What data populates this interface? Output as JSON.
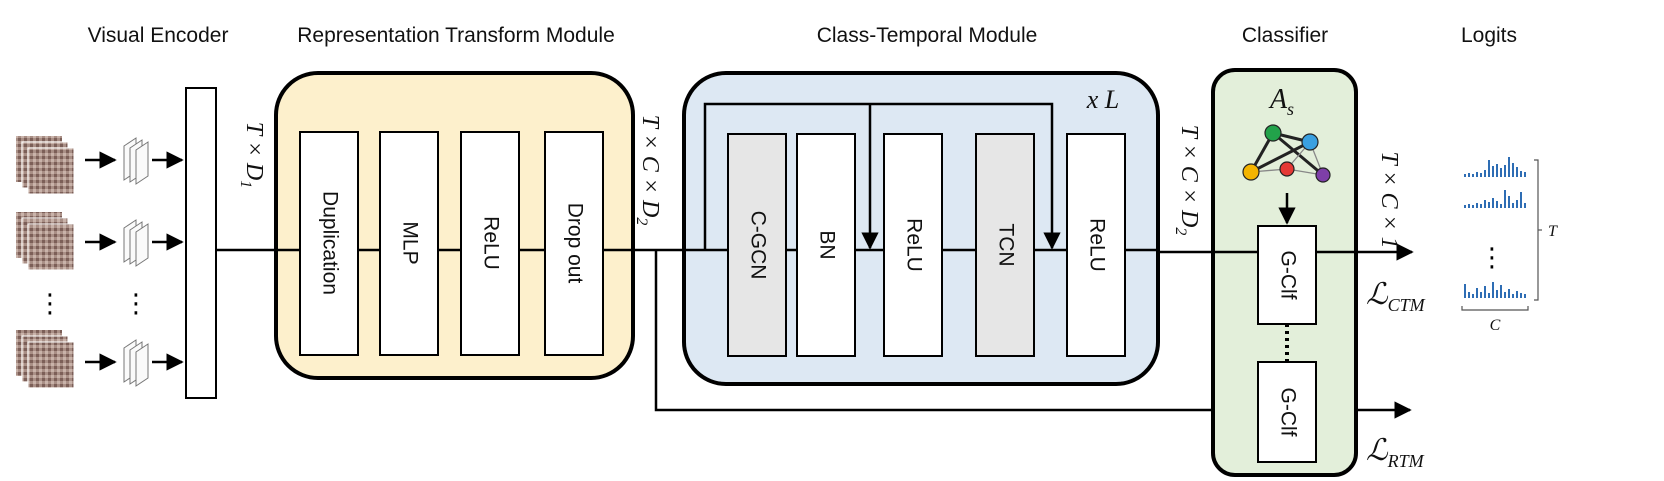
{
  "headers": {
    "visual_encoder": "Visual Encoder",
    "rtm": "Representation Transform Module",
    "ctm": "Class-Temporal Module",
    "classifier": "Classifier",
    "logits": "Logits"
  },
  "rtm_blocks": [
    "Duplication",
    "MLP",
    "ReLU",
    "Drop out"
  ],
  "ctm_blocks": [
    "C-GCN",
    "BN",
    "ReLU",
    "TCN",
    "ReLU"
  ],
  "ctm_repeat": "x L",
  "classifier_blocks": [
    "G-Clf",
    "G-Clf"
  ],
  "graph_label": "A",
  "graph_label_sub": "s",
  "dims": {
    "d1": {
      "base": "T × D",
      "sub": "1"
    },
    "d2a": {
      "base": "T × C × D",
      "sub": "2"
    },
    "d2b": {
      "base": "T × C × D",
      "sub": "2"
    },
    "out": {
      "base": "T × C × 1",
      "sub": ""
    }
  },
  "losses": {
    "ctm": {
      "base": "ℒ",
      "sub": "CTM"
    },
    "rtm": {
      "base": "ℒ",
      "sub": "RTM"
    }
  },
  "logits_axes": {
    "t": "T",
    "c": "C"
  },
  "ellipsis": "⋮",
  "colors": {
    "rtm_fill": "#fdf0cc",
    "ctm_fill": "#dde8f3",
    "classifier_fill": "#e3efda",
    "gray_block": "#e6e6e6",
    "bar_blue": "#2e6db4",
    "node_green": "#22a24a",
    "node_blue": "#3aa0e0",
    "node_yellow": "#f4b400",
    "node_red": "#e53935",
    "node_purple": "#7e3fa8"
  }
}
